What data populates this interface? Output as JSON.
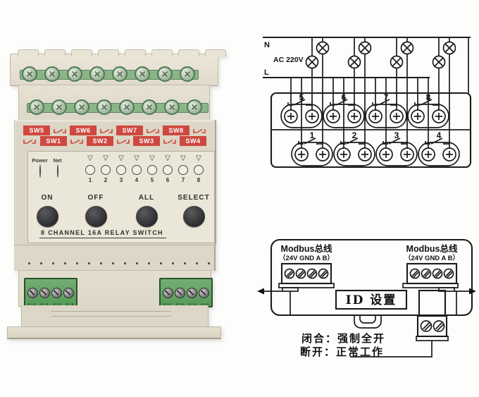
{
  "device": {
    "sw_labels_top": [
      "SW5",
      "SW6",
      "SW7",
      "SW8"
    ],
    "sw_labels_bottom": [
      "SW1",
      "SW2",
      "SW3",
      "SW4"
    ],
    "power_led_label": "Power",
    "net_led_label": "Net",
    "channel_numbers": [
      "1",
      "2",
      "3",
      "4",
      "5",
      "6",
      "7",
      "8"
    ],
    "button_on": "ON",
    "button_off": "OFF",
    "button_all": "ALL",
    "button_select": "SELECT",
    "model_title": "8 CHANNEL 16A RELAY SWITCH"
  },
  "diagram_power": {
    "neutral_label": "N",
    "live_label": "L",
    "voltage_label": "AC 220V",
    "channels_top": [
      "5",
      "6",
      "7",
      "8"
    ],
    "channels_bottom": [
      "1",
      "2",
      "3",
      "4"
    ]
  },
  "diagram_modbus": {
    "bus_left_title": "Modbus总线",
    "bus_left_pins": "（24V GND A B）",
    "bus_right_title": "Modbus总线",
    "bus_right_pins": "（24V GND A B）",
    "id_box_label": "ID 设置",
    "note_closed": "闭合：强制全开",
    "note_open": "断开：正常工作"
  },
  "colors": {
    "body_beige": "#ddd7c8",
    "panel_beige": "#eae6d8",
    "accent_red": "#cf4840",
    "terminal_green": "#8cb489",
    "block_green": "#569a58",
    "button_dark": "#2b2b2d",
    "diagram_line": "#1b1b1b"
  }
}
